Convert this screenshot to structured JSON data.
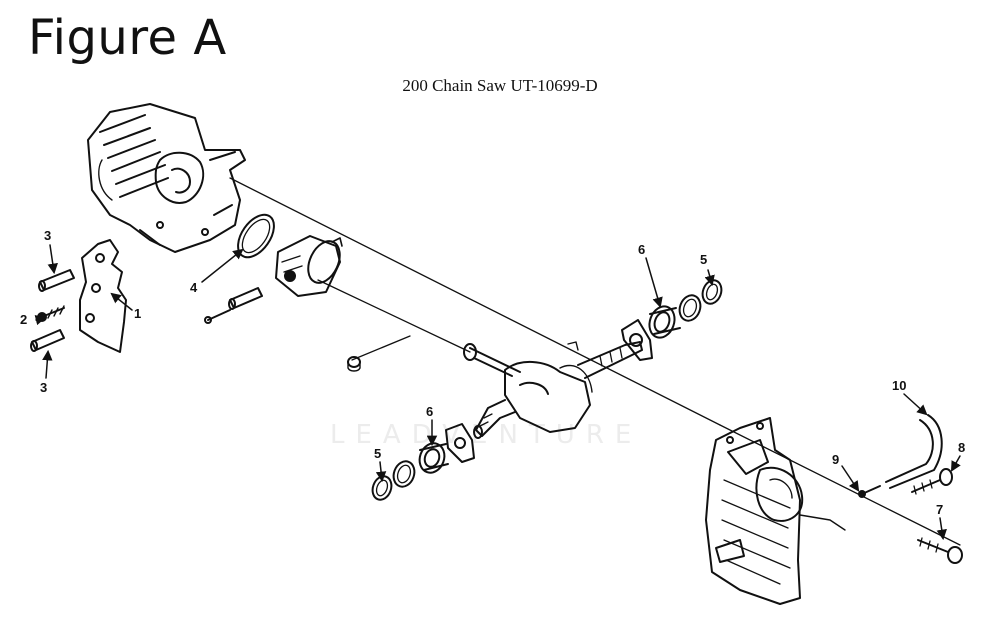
{
  "figure_label": "Figure A",
  "title": "200 Chain Saw UT-10699-D",
  "watermark": "LEADVENTURE",
  "callouts": [
    "1",
    "2",
    "3",
    "3",
    "4",
    "5",
    "5",
    "6",
    "6",
    "7",
    "8",
    "9",
    "10"
  ]
}
